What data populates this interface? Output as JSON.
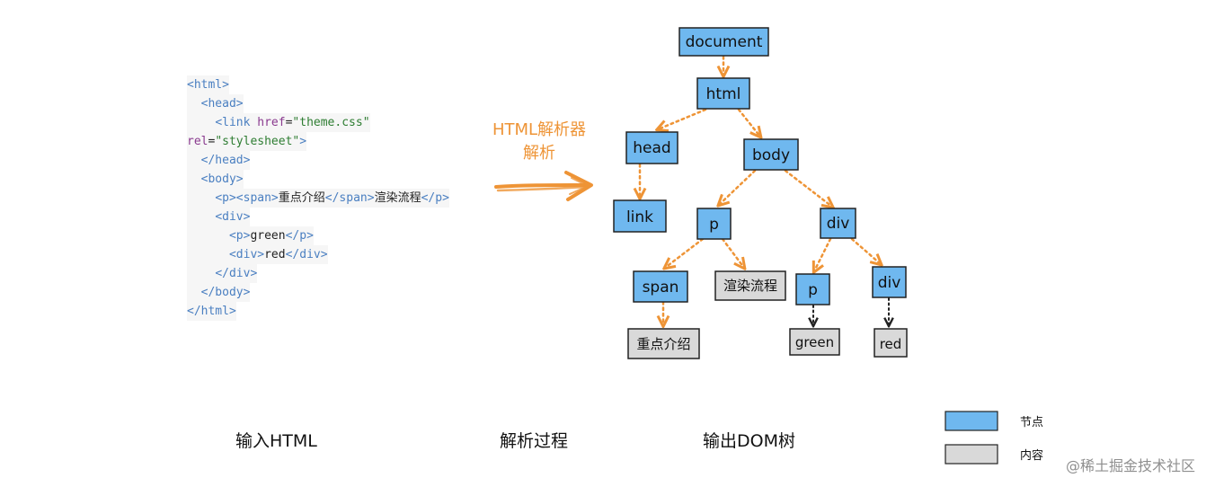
{
  "code_lines": [
    {
      "indent": "",
      "parts": [
        {
          "c": "tag",
          "t": "<html>"
        }
      ]
    },
    {
      "indent": "  ",
      "parts": [
        {
          "c": "tag",
          "t": "<head>"
        }
      ]
    },
    {
      "indent": "    ",
      "parts": [
        {
          "c": "tag",
          "t": "<link "
        },
        {
          "c": "attr",
          "t": "href"
        },
        {
          "c": "txt",
          "t": "="
        },
        {
          "c": "str",
          "t": "\"theme.css\""
        }
      ]
    },
    {
      "indent": "",
      "parts": [
        {
          "c": "attr",
          "t": "rel"
        },
        {
          "c": "txt",
          "t": "="
        },
        {
          "c": "str",
          "t": "\"stylesheet\""
        },
        {
          "c": "tag",
          "t": ">"
        }
      ]
    },
    {
      "indent": "  ",
      "parts": [
        {
          "c": "tag",
          "t": "</head>"
        }
      ]
    },
    {
      "indent": "  ",
      "parts": [
        {
          "c": "tag",
          "t": "<body>"
        }
      ]
    },
    {
      "indent": "    ",
      "parts": [
        {
          "c": "tag",
          "t": "<p><span>"
        },
        {
          "c": "txt",
          "t": "重点介绍"
        },
        {
          "c": "tag",
          "t": "</span>"
        },
        {
          "c": "txt",
          "t": "渲染流程"
        },
        {
          "c": "tag",
          "t": "</p>"
        }
      ]
    },
    {
      "indent": "    ",
      "parts": [
        {
          "c": "tag",
          "t": "<div>"
        }
      ]
    },
    {
      "indent": "      ",
      "parts": [
        {
          "c": "tag",
          "t": "<p>"
        },
        {
          "c": "txt",
          "t": "green"
        },
        {
          "c": "tag",
          "t": "</p>"
        }
      ]
    },
    {
      "indent": "      ",
      "parts": [
        {
          "c": "tag",
          "t": "<div>"
        },
        {
          "c": "txt",
          "t": "red"
        },
        {
          "c": "tag",
          "t": "</div>"
        }
      ]
    },
    {
      "indent": "    ",
      "parts": [
        {
          "c": "tag",
          "t": "</div>"
        }
      ]
    },
    {
      "indent": "  ",
      "parts": [
        {
          "c": "tag",
          "t": "</body>"
        }
      ]
    },
    {
      "indent": "",
      "parts": [
        {
          "c": "tag",
          "t": "</html>"
        }
      ]
    }
  ],
  "parser": {
    "line1": "HTML解析器",
    "line2": "解析"
  },
  "captions": {
    "input": "输入HTML",
    "process": "解析过程",
    "output": "输出DOM树"
  },
  "tree": {
    "document": "document",
    "html": "html",
    "head": "head",
    "body": "body",
    "link": "link",
    "p1": "p",
    "div1": "div",
    "span": "span",
    "text_render": "渲染流程",
    "p2": "p",
    "div2": "div",
    "text_focus": "重点介绍",
    "text_green": "green",
    "text_red": "red"
  },
  "legend": {
    "node": "节点",
    "content": "内容"
  },
  "watermark": "@稀土掘金技术社区",
  "colors": {
    "node": "#6fb8ef",
    "content": "#d9d9d9",
    "arrow": "#ee9436",
    "text": "#111111"
  }
}
